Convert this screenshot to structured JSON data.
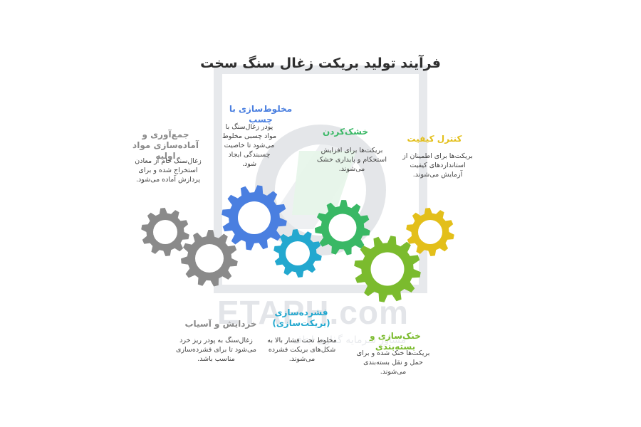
{
  "title": "فرآیند تولید بریکت زغال سنگ سخت",
  "watermark": {
    "brand": "ETAPH.com",
    "subtitle": "مشاور سرمایه گذاری ایتاف"
  },
  "stages": [
    {
      "title": "جمع‌آوری و آماده‌سازی مواد اولیه",
      "description": "زغال‌سنگ خام از معادن استخراج شده و برای پردازش آماده می‌شود.",
      "color": "#8a8a8a"
    },
    {
      "title": "خردایش و آسیاب",
      "description": "زغال‌سنگ به پودر ریز خرد می‌شود تا برای فشرده‌سازی مناسب باشد.",
      "color": "#8a8a8a"
    },
    {
      "title": "مخلوط‌سازی با چسب",
      "description": "پودر زغال‌سنگ با مواد چسبی مخلوط می‌شود تا خاصیت چسبندگی ایجاد شود.",
      "color": "#4a7fe0"
    },
    {
      "title": "فشرده‌سازی (بریکت‌سازی)",
      "description": "مخلوط تحت فشار بالا به شکل‌های بریکت فشرده می‌شوند.",
      "color": "#23a8cf"
    },
    {
      "title": "خشک‌کردن",
      "description": "بریکت‌ها برای افزایش استحکام و پایداری خشک می‌شوند.",
      "color": "#39b865"
    },
    {
      "title": "خنک‌سازی و بسته‌بندی",
      "description": "بریکت‌ها خنک شده و برای حمل و نقل بسته‌بندی می‌شوند.",
      "color": "#7bbb2e"
    },
    {
      "title": "کنترل کیفیت",
      "description": "بریکت‌ها برای اطمینان از استانداردهای کیفیت آزمایش می‌شوند.",
      "color": "#e3bf1a"
    }
  ]
}
